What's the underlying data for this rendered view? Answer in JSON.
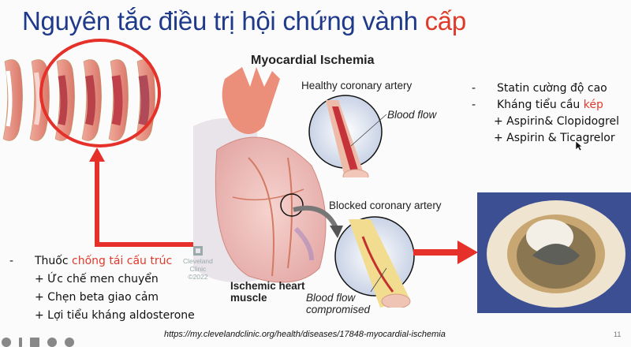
{
  "slide": {
    "title_main": "Nguyên tắc điều trị hội chứng vành ",
    "title_accent": "cấp",
    "page_number": "11",
    "source_url": "https://my.clevelandclinic.org/health/diseases/17848-myocardial-ischemia"
  },
  "figure": {
    "title": "Myocardial Ischemia",
    "healthy_label": "Healthy coronary artery",
    "blood_flow_label": "Blood flow",
    "blocked_label": "Blocked coronary artery",
    "compromised_label_1": "Blood flow",
    "compromised_label_2": "compromised",
    "ischemic_label_1": "Ischemic heart",
    "ischemic_label_2": "muscle",
    "logo_line1": "Cleveland",
    "logo_line2": "Clinic",
    "logo_line3": "©2022"
  },
  "right_list": {
    "items": [
      {
        "dash": "-",
        "text": "Statin cường độ cao"
      },
      {
        "dash": "-",
        "text": "Kháng tiểu cầu ",
        "accent": "kép"
      }
    ],
    "subitems": [
      "+ Aspirin& Clopidogrel",
      "+ Aspirin & Ticagrelor"
    ]
  },
  "left_list": {
    "dash": "-",
    "lead": "Thuốc ",
    "accent": "chống tái cấu trúc",
    "subitems": [
      "+ Ức chế men chuyển",
      "+ Chẹn beta giao cảm",
      "+ Lợi tiểu kháng aldosterone"
    ]
  },
  "colors": {
    "title_blue": "#1f3a8a",
    "accent_red": "#e03a2b",
    "arrow_red": "#e5312a"
  },
  "toolbar": {
    "icons": [
      "back-icon",
      "pointer-icon",
      "notes-icon",
      "zoom-icon",
      "more-icon"
    ]
  }
}
